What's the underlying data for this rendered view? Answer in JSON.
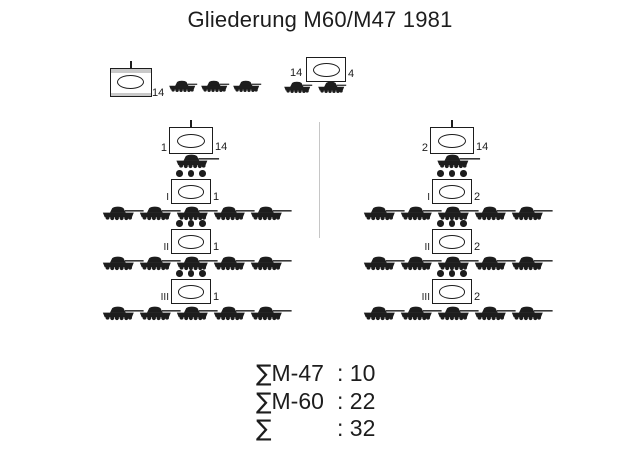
{
  "title": "Gliederung M60/M47 1981",
  "legend": {
    "left_unit": {
      "count": "14",
      "tank_icons": 3
    },
    "right_unit": {
      "left_count": "14",
      "right_count": "4",
      "tank_icons": 2
    }
  },
  "battalions": [
    {
      "hq": {
        "left_label": "1",
        "right_label": "14",
        "tanks": 1
      },
      "companies": [
        {
          "roman": "I",
          "number": "1",
          "tanks": 5
        },
        {
          "roman": "II",
          "number": "1",
          "tanks": 5
        },
        {
          "roman": "III",
          "number": "1",
          "tanks": 5
        }
      ]
    },
    {
      "hq": {
        "left_label": "2",
        "right_label": "14",
        "tanks": 1
      },
      "companies": [
        {
          "roman": "I",
          "number": "2",
          "tanks": 5
        },
        {
          "roman": "II",
          "number": "2",
          "tanks": 5
        },
        {
          "roman": "III",
          "number": "2",
          "tanks": 5
        }
      ]
    }
  ],
  "summary": [
    {
      "sigma": "∑",
      "label": "M-47",
      "value": ": 10"
    },
    {
      "sigma": "∑",
      "label": "M-60",
      "value": ": 22"
    },
    {
      "sigma": "∑",
      "label": "",
      "value": ": 32"
    }
  ],
  "colors": {
    "ink": "#1d1d1d",
    "divider": "#c6c6c6",
    "strip_gray": "#c9c9c9",
    "background": "#ffffff"
  }
}
